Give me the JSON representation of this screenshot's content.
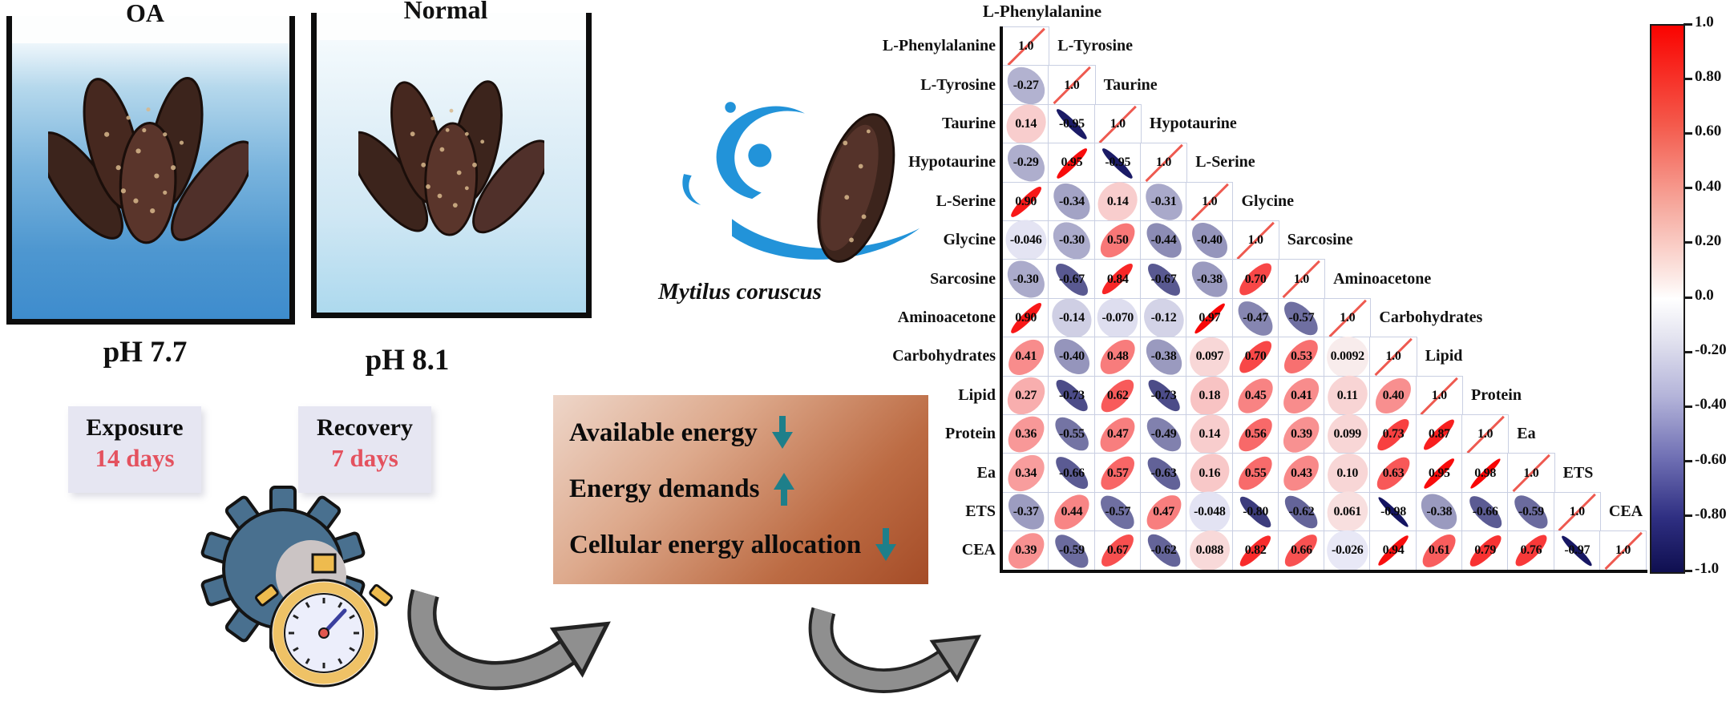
{
  "scene": {
    "tank_oa": {
      "title": "OA",
      "ph": "pH 7.7"
    },
    "tank_normal": {
      "title": "Normal",
      "ph": "pH 8.1"
    },
    "species_label": "Mytilus coruscus",
    "exposure": {
      "title": "Exposure",
      "duration": "14 days"
    },
    "recovery": {
      "title": "Recovery",
      "duration": "7 days"
    },
    "energy_box": {
      "items": [
        {
          "label": "Available energy",
          "arrow": "down"
        },
        {
          "label": "Energy demands",
          "arrow": "up"
        },
        {
          "label": "Cellular energy allocation",
          "arrow": "down"
        }
      ]
    },
    "colors": {
      "positive": "#f80000",
      "negative": "#10104f",
      "trend_arrow_teal": "#1e7f8a",
      "duration_text": "#e4525f",
      "label_box_lavender": "#e6e6f2",
      "splash_blue": "#2293d9",
      "gear_blue": "#49708f",
      "curved_arrow_gray": "#8f8f8f",
      "energy_gradient": [
        "#eed6c9",
        "#a54c27"
      ]
    }
  },
  "chart_data": {
    "type": "heatmap",
    "subtype": "correlation-ellipse-matrix",
    "title": "",
    "variables": [
      "L-Phenylalanine",
      "L-Tyrosine",
      "Taurine",
      "Hypotaurine",
      "L-Serine",
      "Glycine",
      "Sarcosine",
      "Aminoacetone",
      "Carbohydrates",
      "Lipid",
      "Protein",
      "Ea",
      "ETS",
      "CEA"
    ],
    "matrix_lower_triangle": [
      [
        "1.0"
      ],
      [
        "-0.27",
        "1.0"
      ],
      [
        "0.14",
        "-0.95",
        "1.0"
      ],
      [
        "-0.29",
        "0.95",
        "-0.95",
        "1.0"
      ],
      [
        "0.90",
        "-0.34",
        "0.14",
        "-0.31",
        "1.0"
      ],
      [
        "-0.046",
        "-0.30",
        "0.50",
        "-0.44",
        "-0.40",
        "1.0"
      ],
      [
        "-0.30",
        "-0.67",
        "0.84",
        "-0.67",
        "-0.38",
        "0.70",
        "1.0"
      ],
      [
        "0.90",
        "-0.14",
        "-0.070",
        "-0.12",
        "0.97",
        "-0.47",
        "-0.57",
        "1.0"
      ],
      [
        "0.41",
        "-0.40",
        "0.48",
        "-0.38",
        "0.097",
        "0.70",
        "0.53",
        "0.0092",
        "1.0"
      ],
      [
        "0.27",
        "-0.73",
        "0.62",
        "-0.73",
        "0.18",
        "0.45",
        "0.41",
        "0.11",
        "0.40",
        "1.0"
      ],
      [
        "0.36",
        "-0.55",
        "0.47",
        "-0.49",
        "0.14",
        "0.56",
        "0.39",
        "0.099",
        "0.73",
        "0.87",
        "1.0"
      ],
      [
        "0.34",
        "-0.66",
        "0.57",
        "-0.63",
        "0.16",
        "0.55",
        "0.43",
        "0.10",
        "0.63",
        "0.95",
        "0.98",
        "1.0"
      ],
      [
        "-0.37",
        "0.44",
        "-0.57",
        "0.47",
        "-0.048",
        "-0.80",
        "-0.62",
        "0.061",
        "-0.98",
        "-0.38",
        "-0.66",
        "-0.59",
        "1.0"
      ],
      [
        "0.39",
        "-0.59",
        "0.67",
        "-0.62",
        "0.088",
        "0.82",
        "0.66",
        "-0.026",
        "0.94",
        "0.61",
        "0.79",
        "0.76",
        "-0.97",
        "1.0"
      ]
    ],
    "colorbar": {
      "position": "right",
      "min": -1.0,
      "max": 1.0,
      "ticks": [
        "1.0",
        "0.80",
        "0.60",
        "0.40",
        "0.20",
        "0.0",
        "-0.20",
        "-0.40",
        "-0.60",
        "-0.80",
        "-1.0"
      ]
    },
    "legend_position": "right",
    "grid": true
  }
}
